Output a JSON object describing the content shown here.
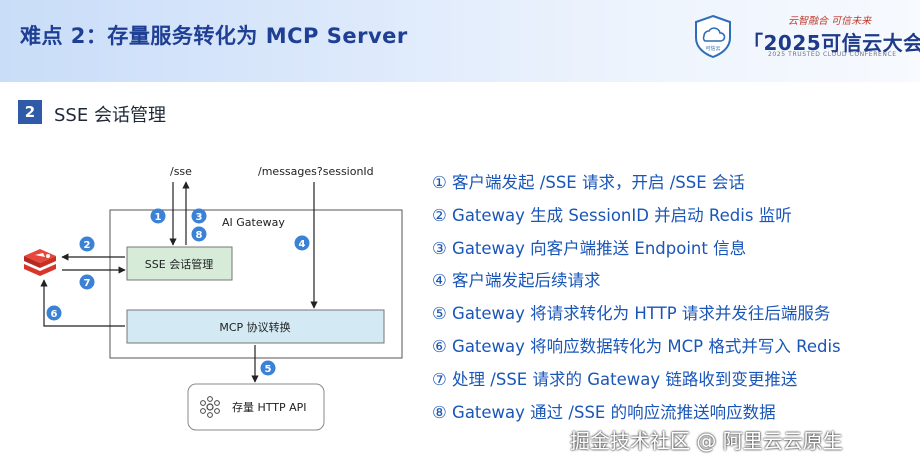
{
  "header": {
    "title": "难点 2：存量服务转化为 MCP Server",
    "logo": {
      "badge_text": "可信云",
      "slogan": "云智融合 可信未来",
      "main": "「2025可信云大会",
      "sub": "2025 TRUSTED CLOUD CONFERENCE"
    }
  },
  "section": {
    "number": "2",
    "title": "SSE 会话管理"
  },
  "diagram": {
    "labels": {
      "sse_path": "/sse",
      "messages_path": "/messages?sessionId",
      "gateway": "AI Gateway",
      "sse_box": "SSE 会话管理",
      "mcp_box": "MCP 协议转换",
      "api_box": "存量 HTTP API"
    },
    "badges": [
      "1",
      "2",
      "3",
      "4",
      "5",
      "6",
      "7",
      "8"
    ],
    "colors": {
      "badge": "#3b82d6",
      "box_fill": "#d6ecd9",
      "mcp_fill": "#d3eaf5",
      "redis": "#d9362b"
    }
  },
  "steps": [
    "① 客户端发起 /SSE 请求，开启 /SSE 会话",
    "② Gateway 生成 SessionID 并启动 Redis 监听",
    "③ Gateway 向客户端推送 Endpoint 信息",
    "④ 客户端发起后续请求",
    "⑤ Gateway 将请求转化为 HTTP 请求并发往后端服务",
    "⑥ Gateway 将响应数据转化为 MCP 格式并写入 Redis",
    "⑦ 处理 /SSE 请求的 Gateway 链路收到变更推送",
    "⑧ Gateway 通过 /SSE 的响应流推送响应数据"
  ],
  "watermark": "掘金技术社区 @ 阿里云云原生"
}
